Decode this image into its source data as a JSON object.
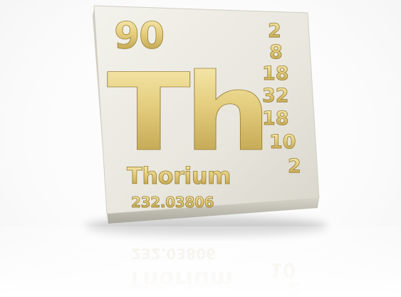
{
  "element": {
    "atomic_number": "90",
    "symbol": "Th",
    "name": "Thorium",
    "atomic_mass": "232.03806",
    "electron_shells": [
      "2",
      "8",
      "18",
      "32",
      "18",
      "10",
      "2"
    ]
  },
  "colors": {
    "tile_face": "#e9e7de",
    "tile_edge": "#c9c6bb",
    "gold_light": "#f6e7a2",
    "gold_mid": "#dcc270",
    "gold_dark": "#a98c3a",
    "background": "#ffffff"
  }
}
